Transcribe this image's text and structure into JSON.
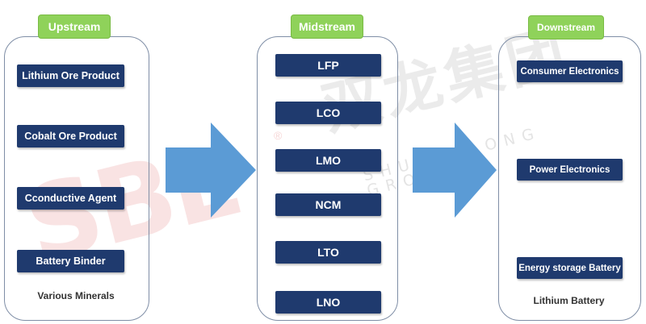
{
  "watermark": {
    "logo": "SBL",
    "registered": "®",
    "company_cn": "双龙集团",
    "company_en": "SHUANGLONG GROUP"
  },
  "stages": {
    "upstream": {
      "label": "Upstream",
      "items": [
        "Lithium Ore Product",
        "Cobalt Ore Product",
        "Cconductive Agent",
        "Battery Binder"
      ],
      "caption": "Various Minerals"
    },
    "midstream": {
      "label": "Midstream",
      "items": [
        "LFP",
        "LCO",
        "LMO",
        "NCM",
        "LTO",
        "LNO"
      ]
    },
    "downstream": {
      "label": "Downstream",
      "items": [
        "Consumer Electronics",
        "Power Electronics",
        "Energy storage Battery"
      ],
      "caption": "Lithium Battery"
    }
  },
  "colors": {
    "tag_green": "#8fd25a",
    "box_navy": "#1f3a6e",
    "arrow_blue": "#5b9bd5",
    "panel_border": "#7f8ea6"
  }
}
